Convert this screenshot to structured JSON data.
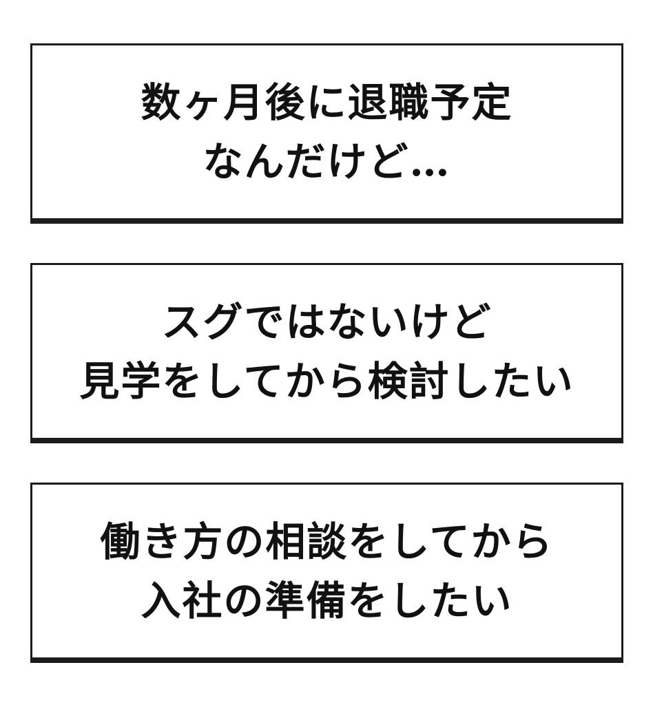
{
  "cards": [
    {
      "lines": [
        "数ヶ月後に退職予定",
        "なんだけど…"
      ]
    },
    {
      "lines": [
        "スグではないけど",
        "見学をしてから検討したい"
      ]
    },
    {
      "lines": [
        "働き方の相談をしてから",
        "入社の準備をしたい"
      ]
    }
  ],
  "colors": {
    "border": "#1c1c1c",
    "text": "#111111",
    "background": "#ffffff"
  }
}
